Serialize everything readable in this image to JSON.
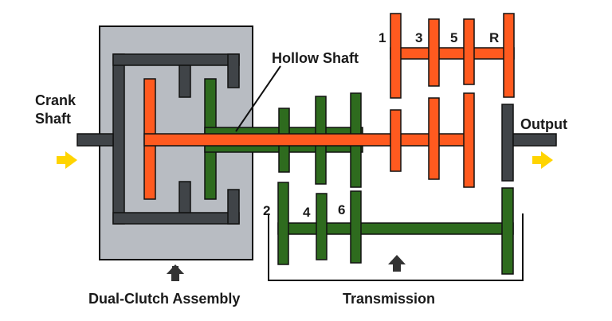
{
  "labels": {
    "crank_shaft_line1": "Crank",
    "crank_shaft_line2": "Shaft",
    "hollow_shaft": "Hollow Shaft",
    "output": "Output",
    "dual_clutch_assembly": "Dual-Clutch Assembly",
    "transmission": "Transmission"
  },
  "gears": {
    "odd": [
      "1",
      "3",
      "5",
      "R"
    ],
    "even": [
      "2",
      "4",
      "6"
    ]
  },
  "colors": {
    "odd_gear_set": "#ff5a1f",
    "even_gear_set": "#2e6b1e",
    "shaft_dark": "#404448",
    "housing": "#b8bcc2",
    "arrow": "#ffd400",
    "outline": "#111111"
  }
}
